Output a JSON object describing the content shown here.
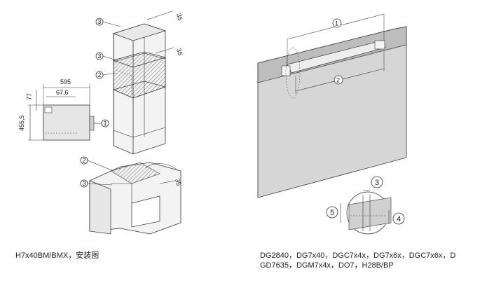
{
  "left": {
    "dimensions": {
      "width": "595",
      "height": "455,5",
      "top_offset": "77",
      "inner_offset": "67,6",
      "gap_upper": "35",
      "gap_middle": "35",
      "gap_lower": "35"
    },
    "callouts": {
      "c1": "1",
      "c2_upper": "2",
      "c3_top": "3",
      "c3_middle": "3",
      "c2_lower": "2",
      "c3_lower": "3"
    },
    "caption": "H7x40BM/BMX，安装图"
  },
  "right": {
    "callouts": {
      "c1": "1",
      "c2": "2",
      "c3": "3",
      "c4": "4",
      "c5": "5"
    },
    "caption_line1": "DG2840，DG7x40，DGC7x4x，DG7x6x，DGC7x6x，D",
    "caption_line2": "GD7635，DGM7x4x，DO7，H28B/BP"
  }
}
